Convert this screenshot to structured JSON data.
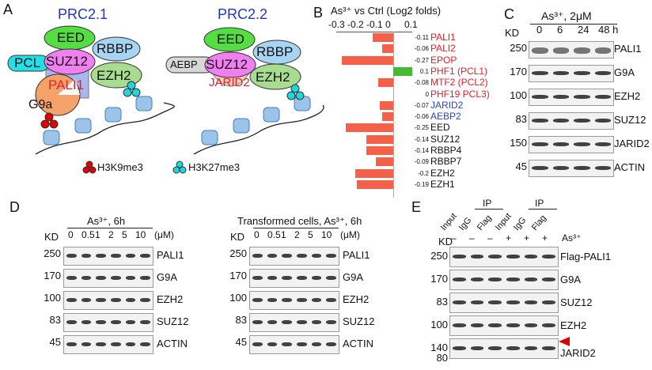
{
  "panels": {
    "A": {
      "label": "A",
      "prc21": {
        "title": "PRC2.1",
        "subunits": [
          "EED",
          "RBBP",
          "PCL",
          "SUZ12",
          "PALI1",
          "EZH2",
          "G9a"
        ]
      },
      "prc22": {
        "title": "PRC2.2",
        "subunits": [
          "EED",
          "RBBP",
          "AEBP",
          "SUZ12",
          "JARID2",
          "EZH2"
        ]
      },
      "legend": [
        {
          "label": "H3K9me3",
          "color": "#e00000"
        },
        {
          "label": "H3K27me3",
          "color": "#22d3e0"
        }
      ]
    },
    "B": {
      "label": "B"
    },
    "C": {
      "label": "C",
      "treatment": "As³⁺, 2μM",
      "kd_label": "KD",
      "lanes": [
        "0",
        "6",
        "24",
        "48 h"
      ],
      "rows": [
        {
          "kd": "250",
          "protein": "PALI1"
        },
        {
          "kd": "170",
          "protein": "G9A"
        },
        {
          "kd": "100",
          "protein": "EZH2"
        },
        {
          "kd": "83",
          "protein": "SUZ12"
        },
        {
          "kd": "150",
          "protein": "JARID2"
        },
        {
          "kd": "45",
          "protein": "ACTIN"
        }
      ]
    },
    "D": {
      "label": "D",
      "left": {
        "treatment": "As³⁺, 6h",
        "kd_label": "KD",
        "lanes": [
          "0",
          "0.5",
          "1",
          "2",
          "5",
          "10"
        ],
        "unit": "(μM)"
      },
      "right": {
        "treatment": "Transformed cells, As³⁺, 6h",
        "kd_label": "KD",
        "lanes": [
          "0",
          "0.5",
          "1",
          "2",
          "5",
          "10"
        ],
        "unit": "(μM)"
      },
      "rows": [
        {
          "kd": "250",
          "protein": "PALI1"
        },
        {
          "kd": "170",
          "protein": "G9A"
        },
        {
          "kd": "100",
          "protein": "EZH2"
        },
        {
          "kd": "83",
          "protein": "SUZ12"
        },
        {
          "kd": "45",
          "protein": "ACTIN"
        }
      ]
    },
    "E": {
      "label": "E",
      "kd_label": "KD",
      "ip_label": "IP",
      "lanes": [
        "Input",
        "IgG",
        "Flag",
        "Input",
        "IgG",
        "Flag"
      ],
      "as_signs": [
        "–",
        "–",
        "–",
        "+",
        "+",
        "+"
      ],
      "as_label": "As³⁺",
      "rows": [
        {
          "kd": "250",
          "protein": "Flag-PALI1"
        },
        {
          "kd": "170",
          "protein": "G9A"
        },
        {
          "kd": "83",
          "protein": "SUZ12"
        },
        {
          "kd": "100",
          "protein": "EZH2"
        },
        {
          "kd": "140",
          "kd2": "80",
          "protein": "JARID2"
        }
      ],
      "arrow_color": "#e00000"
    }
  },
  "chart_data": {
    "type": "bar",
    "orientation": "horizontal",
    "title": "As³⁺ vs Ctrl (Log2 folds)",
    "xticks": [
      "-0.3",
      "-0.2",
      "-0.1",
      "0",
      "0.1"
    ],
    "xlim": [
      -0.3,
      0.1
    ],
    "categories": [
      "PALI1",
      "PALI2",
      "EPOP",
      "PHF1 (PCL1)",
      "MTF2 (PCL2)",
      "PHF19 PCL3)",
      "JARID2",
      "AEBP2",
      "EED",
      "SUZ12",
      "RBBP4",
      "RBBP7",
      "EZH2",
      "EZH1"
    ],
    "values": [
      -0.11,
      -0.06,
      -0.27,
      0.1,
      -0.08,
      0,
      -0.07,
      -0.06,
      -0.25,
      -0.14,
      -0.14,
      -0.09,
      -0.2,
      -0.19
    ],
    "value_labels": [
      "-0.11",
      "-0.06",
      "-0.27",
      "0.1",
      "-0.08",
      "0",
      "-0.07",
      "-0.06",
      "-0.25",
      "-0.14",
      "-0.14",
      "-0.09",
      "-0.2",
      "-0.19"
    ],
    "label_colors": [
      "#e0202a",
      "#e0202a",
      "#e0202a",
      "#e0202a",
      "#e0202a",
      "#e0202a",
      "#2244cc",
      "#2244cc",
      "#111",
      "#111",
      "#111",
      "#111",
      "#111",
      "#111"
    ],
    "neg_color": "#f4604a",
    "pos_color": "#44bb33"
  }
}
